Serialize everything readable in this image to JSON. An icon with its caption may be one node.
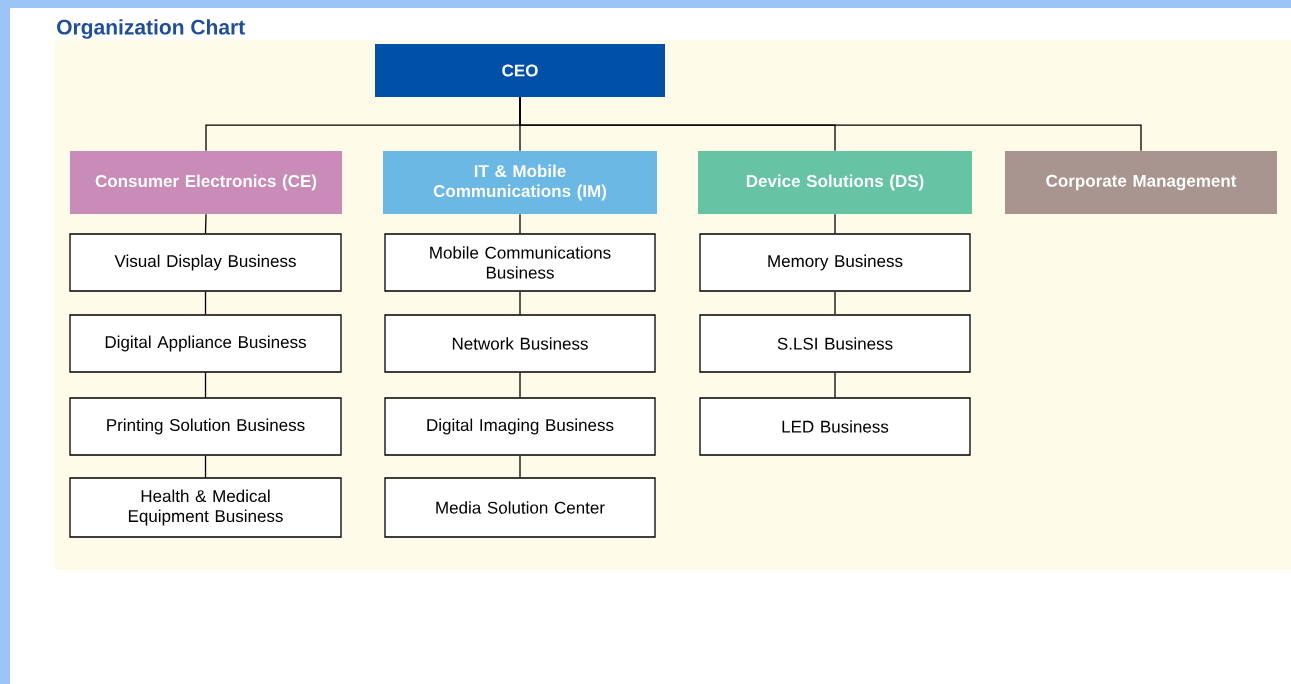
{
  "diagram": {
    "title": "Organization Chart",
    "nodes": [
      {
        "text": [
          "CEO"
        ]
      },
      {
        "text": [
          "Consumer Electronics (CE)"
        ]
      },
      {
        "text": [
          "IT & Mobile Communications (IM)"
        ]
      },
      {
        "text": [
          "Device Solutions (DS)"
        ]
      },
      {
        "text": [
          "Corporate Management"
        ]
      },
      {
        "text": [
          "Visual Display Business"
        ]
      },
      {
        "text": [
          "Digital Appliance Business"
        ]
      },
      {
        "text": [
          "Printing Solution Business"
        ]
      },
      {
        "text": [
          "Health & Medical Equipment Business"
        ]
      },
      {
        "text": [
          "Mobile Communications Business"
        ]
      },
      {
        "text": [
          "Network Business"
        ]
      },
      {
        "text": [
          "Digital Imaging Business"
        ]
      },
      {
        "text": [
          "Media Solution Center"
        ]
      },
      {
        "text": [
          "Memory Business"
        ]
      },
      {
        "text": [
          "S.LSI Business"
        ]
      },
      {
        "text": [
          "LED Business"
        ]
      }
    ],
    "edges": [
      {
        "from": 0,
        "to": 1,
        "arrow": "none"
      },
      {
        "from": 0,
        "to": 2,
        "arrow": "none"
      },
      {
        "from": 0,
        "to": 3,
        "arrow": "none"
      },
      {
        "from": 0,
        "to": 4,
        "arrow": "none"
      },
      {
        "from": 1,
        "to": 5,
        "arrow": "none"
      },
      {
        "from": 5,
        "to": 6,
        "arrow": "none"
      },
      {
        "from": 6,
        "to": 7,
        "arrow": "none"
      },
      {
        "from": 7,
        "to": 8,
        "arrow": "none"
      },
      {
        "from": 2,
        "to": 9,
        "arrow": "none"
      },
      {
        "from": 9,
        "to": 10,
        "arrow": "none"
      },
      {
        "from": 10,
        "to": 11,
        "arrow": "none"
      },
      {
        "from": 11,
        "to": 12,
        "arrow": "none"
      },
      {
        "from": 3,
        "to": 13,
        "arrow": "none"
      },
      {
        "from": 13,
        "to": 14,
        "arrow": "none"
      },
      {
        "from": 14,
        "to": 15,
        "arrow": "none"
      }
    ]
  }
}
